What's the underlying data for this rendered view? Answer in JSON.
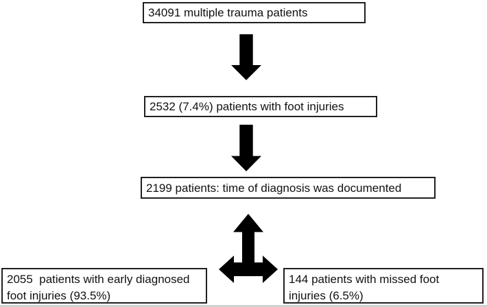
{
  "figure": {
    "type": "flowchart",
    "title": "Patient selection flow: foot injuries in multiple trauma patients",
    "colors": {
      "background": "#ffffff",
      "box_border": "#1f1f1f",
      "arrow_fill": "#000000",
      "text": "#111111"
    },
    "nodes": [
      {
        "id": "total-patients",
        "label": "34091 multiple trauma patients"
      },
      {
        "id": "foot-injuries",
        "label": "2532 (7.4%) patients with foot injuries"
      },
      {
        "id": "time-documented",
        "label": "2199 patients: time of diagnosis was documented"
      },
      {
        "id": "early-diagnosed",
        "label": "2055  patients with early diagnosed foot injuries (93.5%)"
      },
      {
        "id": "missed-injuries",
        "label": "144 patients with missed foot injuries (6.5%)"
      }
    ],
    "connectors": [
      {
        "id": "arrow-1",
        "shape": "down-arrow",
        "from": "total-patients",
        "to": "foot-injuries"
      },
      {
        "id": "arrow-2",
        "shape": "down-arrow",
        "from": "foot-injuries",
        "to": "time-documented"
      },
      {
        "id": "arrow-3",
        "shape": "left-right-up-arrow",
        "from": "time-documented",
        "to": [
          "early-diagnosed",
          "missed-injuries"
        ]
      }
    ]
  }
}
